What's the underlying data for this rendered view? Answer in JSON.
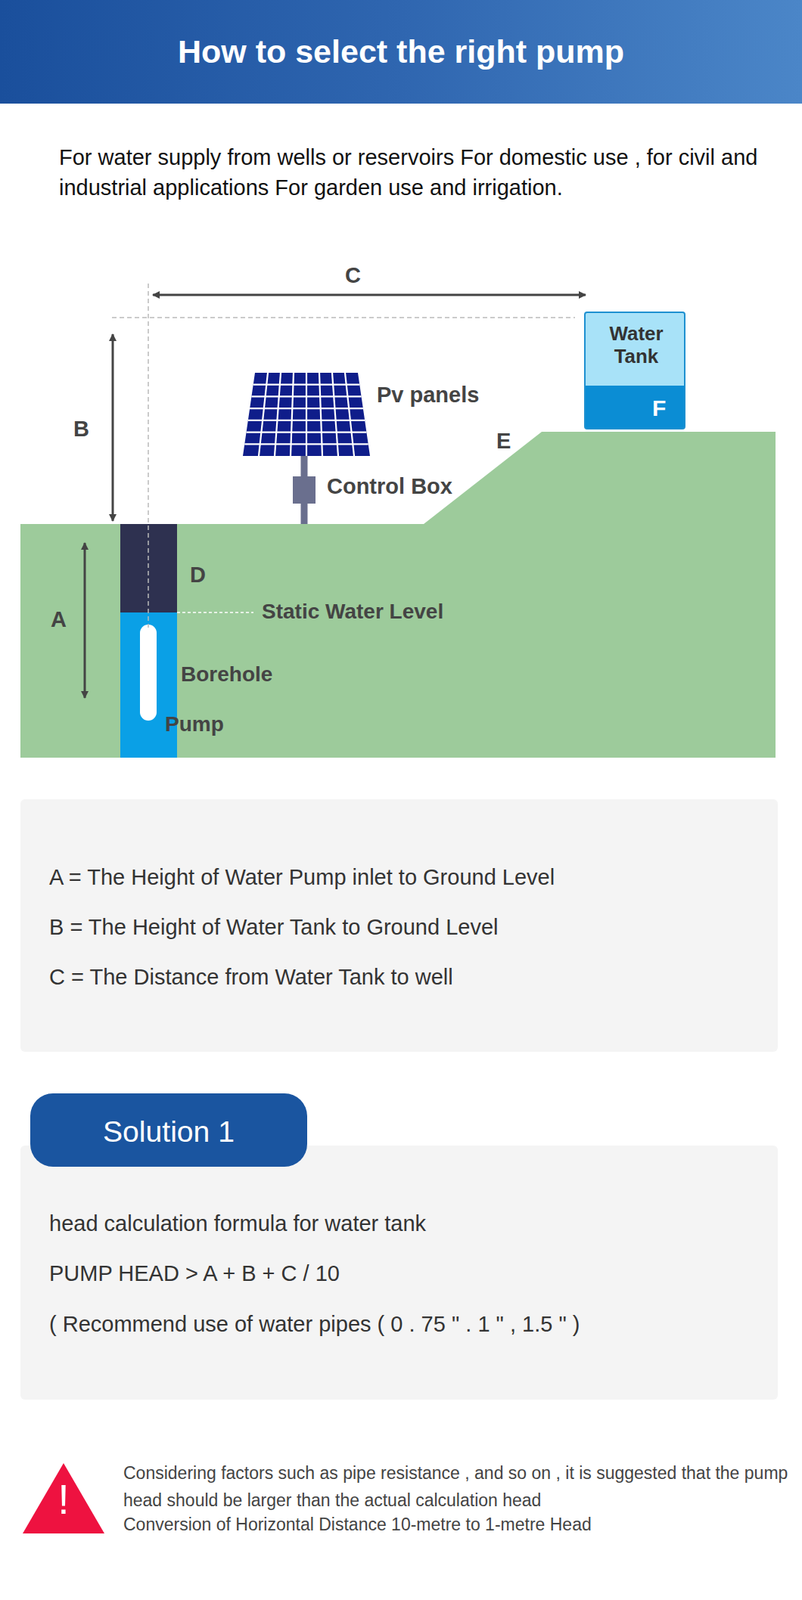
{
  "diagram": {
    "title": "How to select the right pump",
    "nodes": [
      {
        "text": [
          "Water Tank",
          "F"
        ]
      },
      {
        "text": [
          "A = The Height of Water Pump inlet to Ground Level",
          "B = The Height of Water Tank to Ground Level",
          "C = The Distance from Water Tank to well"
        ]
      },
      {
        "text": [
          "Solution 1"
        ]
      },
      {
        "text": [
          "head calculation formula for water tank",
          "PUMP HEAD > A + B + C / 10",
          "( Recommend use of water pipes ( 0 . 75 \" . 1 \" , 1.5 \" )"
        ]
      },
      {
        "text": [
          "!"
        ]
      }
    ],
    "labels": [
      "For water supply from wells or reservoirs For domestic  use , for civil and industrial applications For garden use and  irrigation.",
      "C",
      "B",
      "Pv panels",
      "E",
      "Control Box",
      "D",
      "A",
      "Static Water Level",
      "Borehole",
      "Pump",
      "Considering factors such as pipe resistance , and so on , it is suggested that the pump head should be larger than the actual calculation head",
      "Conversion of Horizontal Distance 10-metre to 1-metre Head"
    ]
  }
}
